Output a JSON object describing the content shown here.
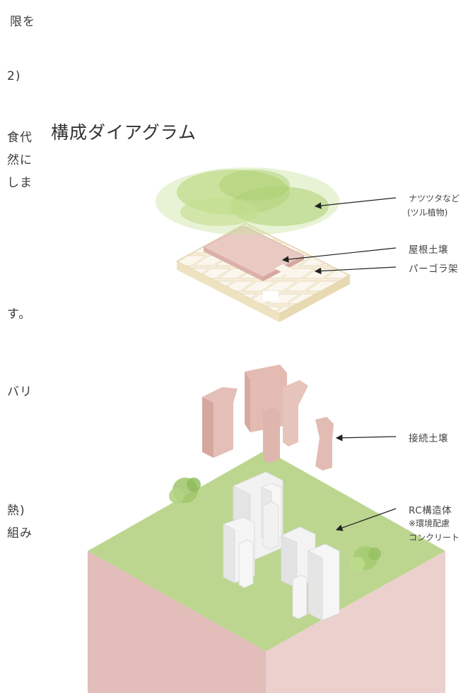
{
  "left_fragments": [
    "限を",
    "2)",
    "食代",
    "然に",
    "しま",
    "す。",
    "バリ",
    "熱)",
    "組み"
  ],
  "title": "構成ダイアグラム",
  "labels": {
    "vines_1": "ナツツタなど",
    "vines_2": "(ツル植物)",
    "roof_soil": "屋根土壌",
    "pergola": "パーゴラ架",
    "connect_soil": "接続土壌",
    "rc_1": "RC構造体",
    "rc_2": "※環境配慮",
    "rc_3": "コンクリート"
  },
  "colors": {
    "foliage": "#b6d67a",
    "roof_soil": "#e8c8c2",
    "pergola": "#f2e8cf",
    "connector": "#e2bcb4",
    "grass": "#b8d38a",
    "soil": "#e7c6c3",
    "rc": "#f4f4f4"
  }
}
